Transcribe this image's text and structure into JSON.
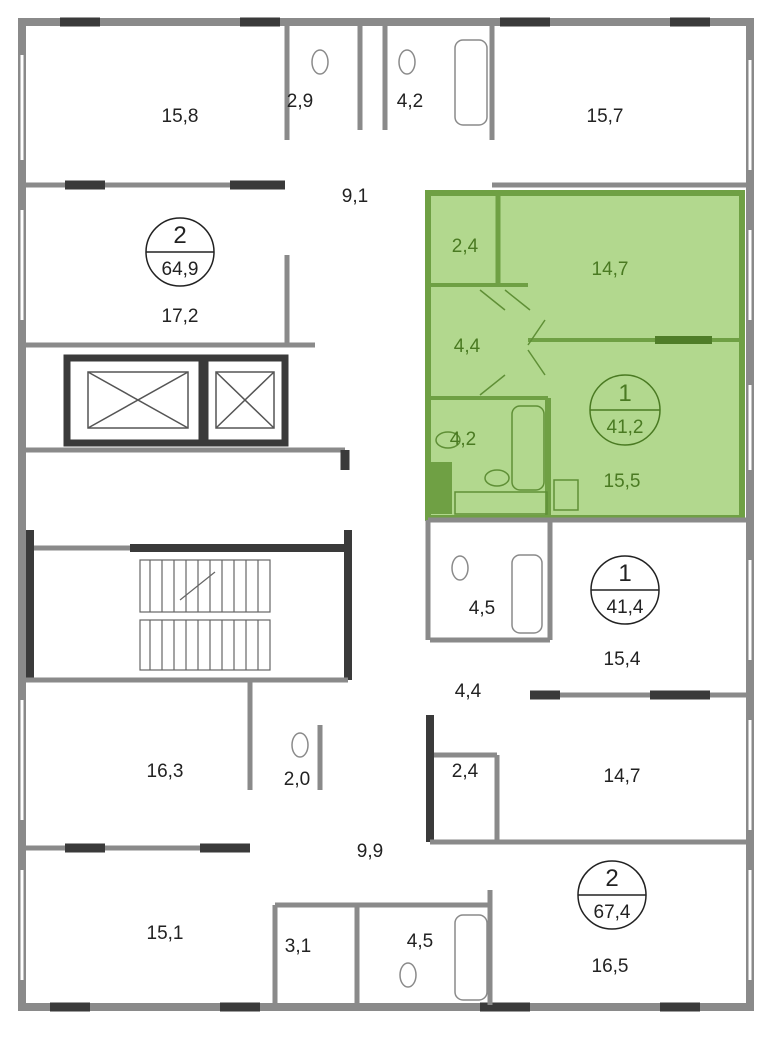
{
  "colors": {
    "highlight_fill": "#b2d88e",
    "highlight_wall": "#6fa044",
    "highlight_text": "#4a7a22",
    "wall": "#8a8a8a",
    "window_dark": "#3a3a3a"
  },
  "apartments": [
    {
      "id": "apt-top-left",
      "rooms_count": "2",
      "total_area": "64,9",
      "rooms": [
        "15,8",
        "17,2",
        "2,9",
        "4,2",
        "9,1"
      ]
    },
    {
      "id": "apt-highlighted",
      "rooms_count": "1",
      "total_area": "41,2",
      "rooms": [
        "2,4",
        "14,7",
        "4,4",
        "4,2",
        "15,5"
      ]
    },
    {
      "id": "apt-right-middle",
      "rooms_count": "1",
      "total_area": "41,4",
      "rooms": [
        "4,5",
        "15,4",
        "4,4",
        "14,7",
        "2,4"
      ]
    },
    {
      "id": "apt-bottom-left",
      "rooms": [
        "16,3",
        "2,0",
        "9,9",
        "15,1",
        "3,1",
        "4,5"
      ]
    },
    {
      "id": "apt-bottom-right",
      "rooms_count": "2",
      "total_area": "67,4",
      "rooms": [
        "16,5"
      ]
    }
  ],
  "top_right": {
    "rooms": [
      "15,7"
    ]
  }
}
